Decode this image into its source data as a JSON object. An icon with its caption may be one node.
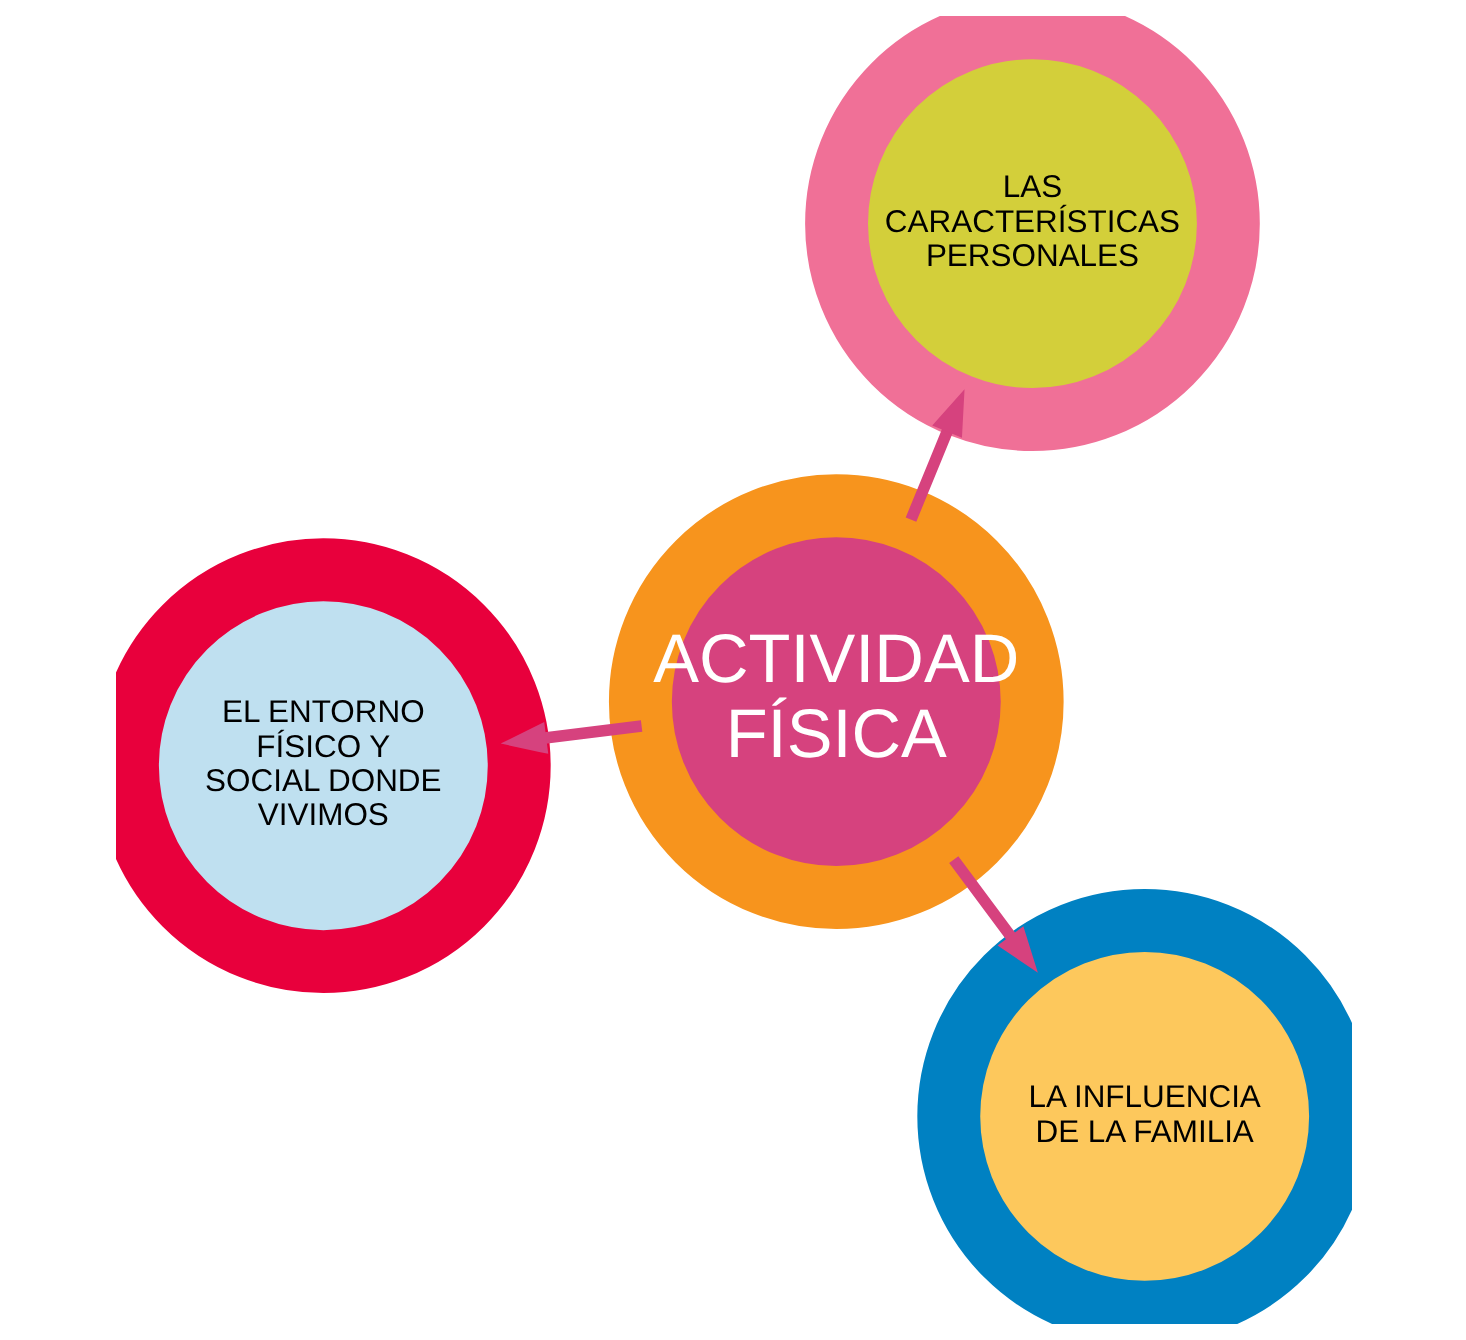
{
  "diagram": {
    "nodes": [
      {
        "text": [
          "EL ENTORNO FÍSICO Y SOCIAL DONDE VIVIMOS"
        ]
      },
      {
        "text": [
          "ACTIVIDAD FÍSICA"
        ]
      },
      {
        "text": [
          "LA INFLUENCIA DE LA FAMILIA"
        ]
      },
      {
        "text": [
          "LAS CARACTERÍSTICAS PERSONALES"
        ]
      }
    ],
    "edges": [
      {
        "from": 1,
        "to": 0,
        "arrow": "to"
      },
      {
        "from": 1,
        "to": 2,
        "arrow": "to"
      },
      {
        "from": 1,
        "to": 3,
        "arrow": "to"
      }
    ]
  }
}
